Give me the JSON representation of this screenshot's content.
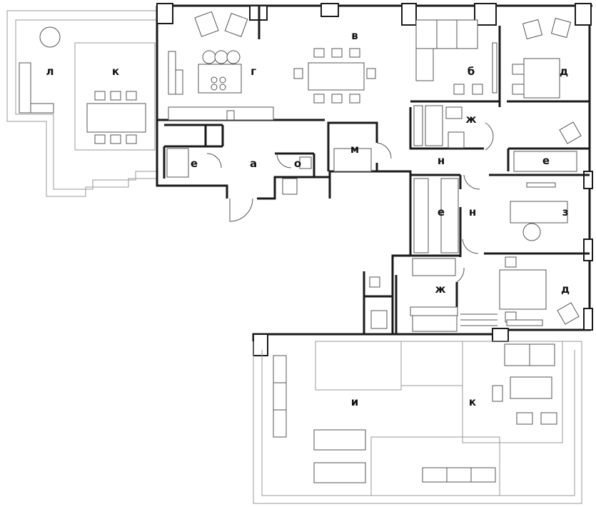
{
  "rooms": {
    "l": "л",
    "k1": "к",
    "g": "г",
    "v": "в",
    "b": "б",
    "d1": "д",
    "zh1": "ж",
    "m": "м",
    "e1": "е",
    "a": "а",
    "o": "о",
    "n1": "н",
    "e2": "е",
    "e3": "е",
    "n2": "н",
    "z": "з",
    "zh2": "ж",
    "d2": "д",
    "i": "и",
    "k2": "к"
  }
}
